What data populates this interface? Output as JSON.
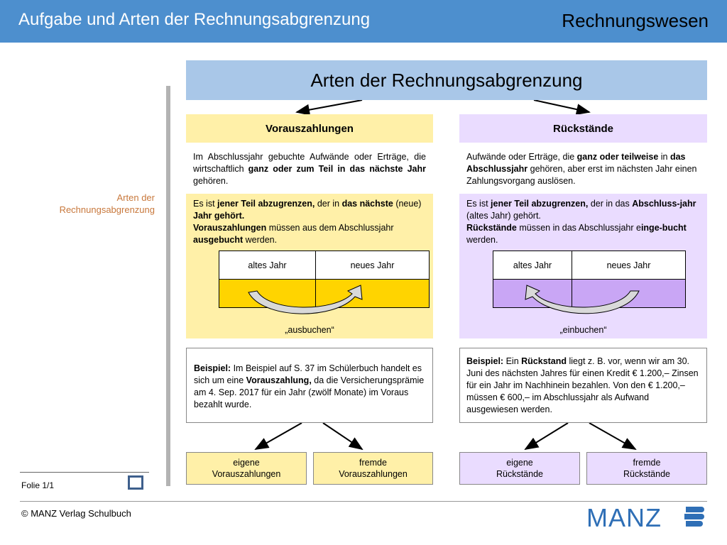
{
  "header": {
    "title": "Aufgabe und Arten der Rechnungsabgrenzung",
    "subject": "Rechnungswesen"
  },
  "sidebar": {
    "label": "Arten der Rechnungsabgrenzung",
    "folie": "Folie 1/1",
    "copyright": "© MANZ Verlag Schulbuch",
    "logo_text": "MANZ"
  },
  "diagram": {
    "title": "Arten der Rechnungsabgrenzung",
    "left": {
      "heading": "Vorauszahlungen",
      "desc": "Im Abschlussjahr gebuchte Aufwände oder Erträge, die wirtschaftlich <b>ganz oder zum Teil in das nächste Jahr</b> gehören.",
      "panel_text": "Es ist <b>jener Teil abzugrenzen,</b> der in <b>das nächste</b> (neue) <b>Jahr gehört.</b><br><b>Vorauszahlungen</b> müssen aus dem Abschlussjahr <b>ausgebucht</b> werden.",
      "year_old": "altes Jahr",
      "year_new": "neues Jahr",
      "caption": "„ausbuchen“",
      "example": "<b>Beispiel:</b> Im Beispiel auf S. 37 im Schülerbuch handelt es sich um eine <b>Vorauszahlung,</b> da die Versicherungsprämie am 4. Sep. 2017 für ein Jahr (zwölf Monate) im Voraus bezahlt wurde.",
      "leaf_own_line1": "eigene",
      "leaf_own_line2": "Vorauszahlungen",
      "leaf_foreign_line1": "fremde",
      "leaf_foreign_line2": "Vorauszahlungen"
    },
    "right": {
      "heading": "Rückstände",
      "desc": "Aufwände oder Erträge, die <b>ganz oder teilweise</b> in <b>das Abschlussjahr</b> gehören, aber erst im nächsten Jahr einen Zahlungsvorgang auslösen.",
      "panel_text": "Es ist <b>jener Teil abzugrenzen,</b> der in das <b>Abschluss-jahr</b> (altes Jahr) gehört.<br><b>Rückstände</b> müssen in das Abschlussjahr e<b>inge-bucht</b> werden.",
      "year_old": "altes Jahr",
      "year_new": "neues Jahr",
      "caption": "„einbuchen“",
      "example": "<b>Beispiel:</b> Ein <b>Rückstand</b> liegt z. B. vor, wenn wir am 30. Juni des nächsten Jahres für einen Kredit € 1.200,– Zinsen für ein Jahr im Nachhinein bezahlen. Von den € 1.200,– müssen € 600,– im Abschlussjahr als Aufwand ausgewiesen werden.",
      "leaf_own_line1": "eigene",
      "leaf_own_line2": "Rückstände",
      "leaf_foreign_line1": "fremde",
      "leaf_foreign_line2": "Rückstände"
    }
  },
  "colors": {
    "header_bg": "#4d8fce",
    "title_box": "#a9c7e8",
    "left_bg": "#fff0a8",
    "left_year": "#ffd400",
    "right_bg": "#eadcff",
    "right_year": "#c9a6f5",
    "sidebar_label": "#c8783c",
    "logo": "#2f6fb6"
  }
}
